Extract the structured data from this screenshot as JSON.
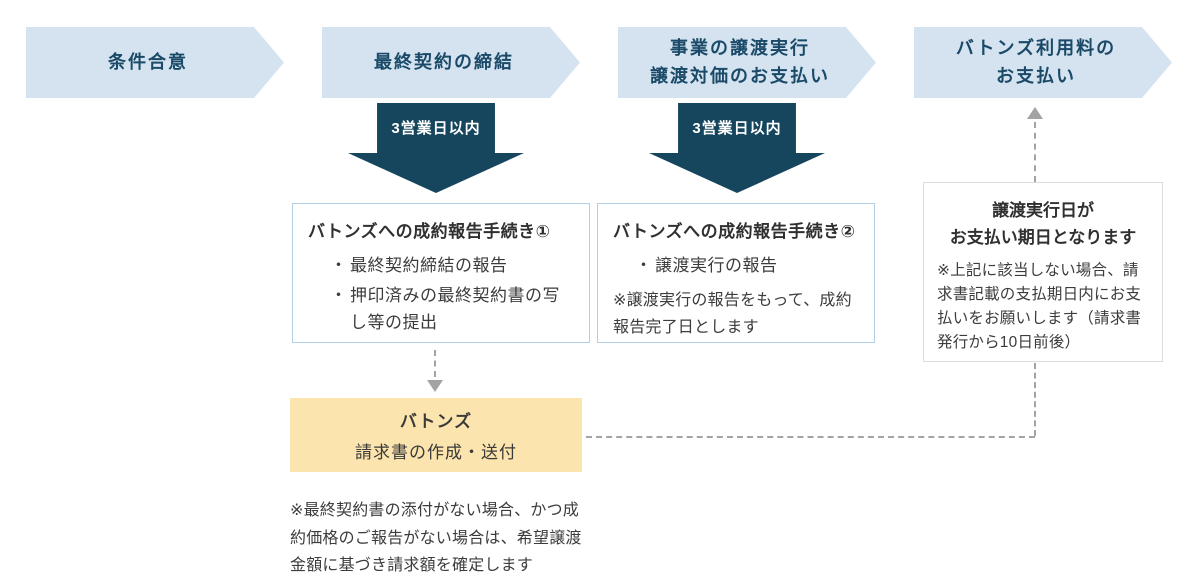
{
  "colors": {
    "chevron_bg": "#d5e3f0",
    "chevron_text": "#1a4a68",
    "dark_arrow": "#16465e",
    "dark_arrow_text": "#ffffff",
    "box_border_blue": "#b3cfe6",
    "box_border_gray": "#dcdcdc",
    "yellow_bg": "#fbe4ad",
    "dash": "#a3a3a3"
  },
  "steps": [
    {
      "line1": "条件合意"
    },
    {
      "line1": "最終契約の締結"
    },
    {
      "line1": "事業の譲渡実行",
      "line2": "譲渡対価のお支払い"
    },
    {
      "line1": "バトンズ利用料の",
      "line2": "お支払い"
    }
  ],
  "deadline_arrows": [
    {
      "label": "3営業日以内"
    },
    {
      "label": "3営業日以内"
    }
  ],
  "report_box_1": {
    "title": "バトンズへの成約報告手続き①",
    "bullets": [
      "最終契約締結の報告",
      "押印済みの最終契約書の写し等の提出"
    ]
  },
  "report_box_2": {
    "title": "バトンズへの成約報告手続き②",
    "bullets": [
      "譲渡実行の報告"
    ],
    "note": "※譲渡実行の報告をもって、成約報告完了日とします"
  },
  "payment_due_box": {
    "title_line1": "譲渡実行日が",
    "title_line2": "お支払い期日となります",
    "note": "※上記に該当しない場合、請求書記載の支払期日内にお支払いをお願いします（請求書発行から10日前後）"
  },
  "invoice_box": {
    "title": "バトンズ",
    "subtitle": "請求書の作成・送付"
  },
  "footnote": "※最終契約書の添付がない場合、かつ成約価格のご報告がない場合は、希望譲渡金額に基づき請求額を確定します"
}
